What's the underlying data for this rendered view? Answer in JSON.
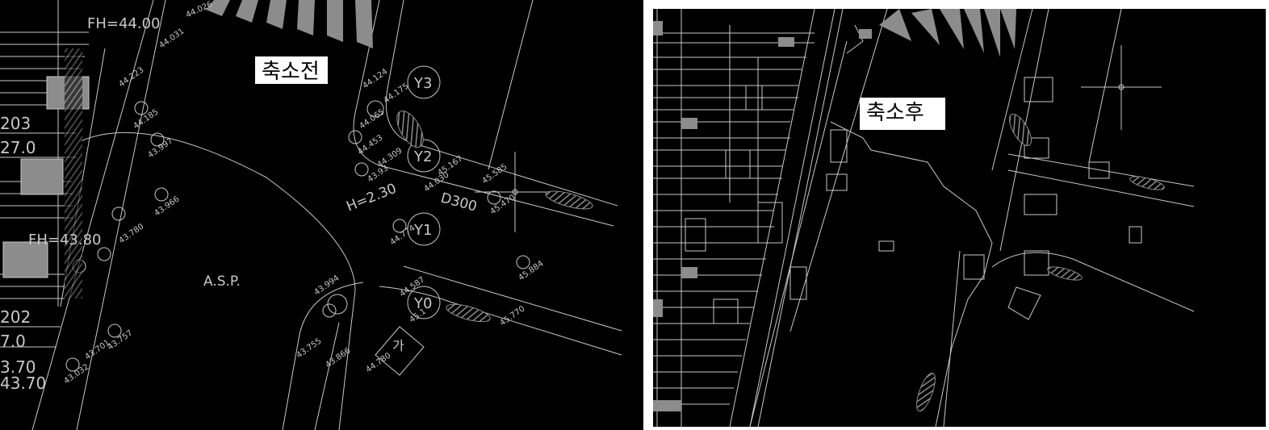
{
  "captions": {
    "before": "축소전",
    "after": "축소후"
  },
  "before_labels": {
    "fh_top": "FH=44.00",
    "fh_mid": "FH=43.80",
    "asp": "A.S.P.",
    "pipe_h": "H=2.30",
    "pipe_d": "D300",
    "num_203": "203",
    "num_270": "27.0",
    "num_202": "202",
    "num_70": "7.0",
    "num_370": "3.70",
    "num_4370": "43.70",
    "ga": "가",
    "nodes": [
      "Y3",
      "Y2",
      "Y1",
      "Y0"
    ],
    "elevations": [
      "44.026",
      "44.031",
      "44.223",
      "44.185",
      "43.997",
      "43.966",
      "43.780",
      "44.124",
      "44.175",
      "44.065",
      "44.453",
      "44.309",
      "43.93",
      "44.030",
      "45.167",
      "45.585",
      "45.470",
      "44.774",
      "45.884",
      "43.994",
      "44.587",
      "45.1",
      "45.770",
      "43.755",
      "43.866",
      "44.780",
      "43.757",
      "43.701",
      "43.032"
    ]
  },
  "colors": {
    "background": "#000000",
    "line": "#c8c8c8",
    "hatch": "#8c8c8c",
    "caption_bg": "#ffffff"
  }
}
